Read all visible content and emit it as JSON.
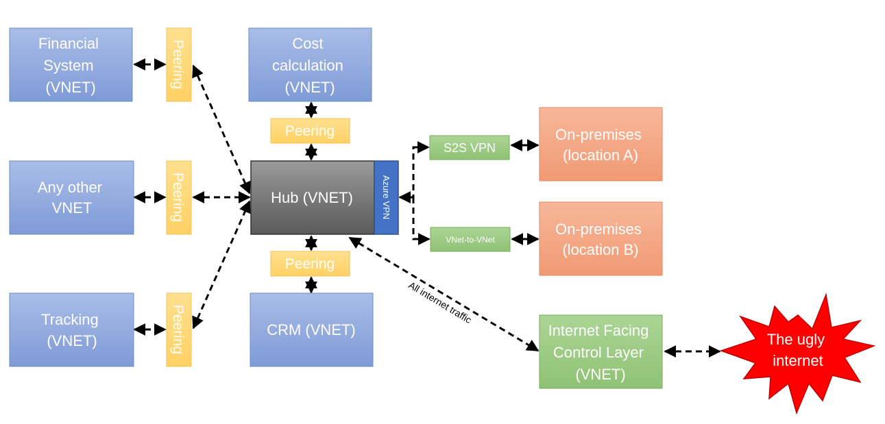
{
  "nodes": {
    "financial": {
      "lines": [
        "Financial",
        "System",
        "(VNET)"
      ]
    },
    "cost": {
      "lines": [
        "Cost",
        "calculation",
        "(VNET)"
      ]
    },
    "anyother": {
      "lines": [
        "Any other",
        "VNET"
      ]
    },
    "tracking": {
      "lines": [
        "Tracking",
        "(VNET)"
      ]
    },
    "crm": {
      "lines": [
        "CRM (VNET)"
      ]
    },
    "hub": {
      "lines": [
        "Hub (VNET)"
      ]
    },
    "azure_vpn": {
      "label": "Azure VPN"
    },
    "s2s": {
      "label": "S2S VPN"
    },
    "vnet2vnet": {
      "label": "VNet-to-VNet"
    },
    "onprem_a": {
      "lines": [
        "On-premises",
        "(location A)"
      ]
    },
    "onprem_b": {
      "lines": [
        "On-premises",
        "(location B)"
      ]
    },
    "internet_layer": {
      "lines": [
        "Internet Facing",
        "Control Layer",
        "(VNET)"
      ]
    },
    "ugly_internet": {
      "lines": [
        "The ugly",
        "internet"
      ]
    }
  },
  "peerings": {
    "financial": "Peering",
    "anyother": "Peering",
    "tracking": "Peering",
    "top": "Peering",
    "bottom": "Peering"
  },
  "edges": {
    "all_internet_traffic": "All internet traffic"
  },
  "colors": {
    "vnet_blue": "#8fa8dc",
    "peering_yellow": "#ffd97a",
    "hub_gray": "#6b6b6b",
    "azure_vpn_blue": "#3f6dc2",
    "vpn_green": "#9ccc84",
    "onprem_salmon": "#f4a785",
    "internet_layer_green": "#96c77e",
    "starburst_red": "#ff0000"
  }
}
